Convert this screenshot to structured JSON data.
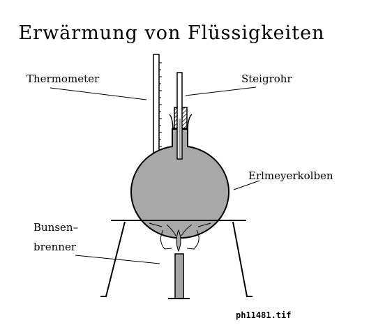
{
  "title": "Erwärmung von Flüssigkeiten",
  "labels": {
    "thermometer": "Thermometer",
    "steigrohr": "Steigrohr",
    "erlmeyerkolben": "Erlmeyerkolben",
    "bunsen_line1": "Bunsen–",
    "bunsen_line2": "brenner"
  },
  "filename": "ph11481.tif",
  "colors": {
    "fill_gray": "#a8a8a8",
    "line": "#000000",
    "background": "#ffffff"
  }
}
